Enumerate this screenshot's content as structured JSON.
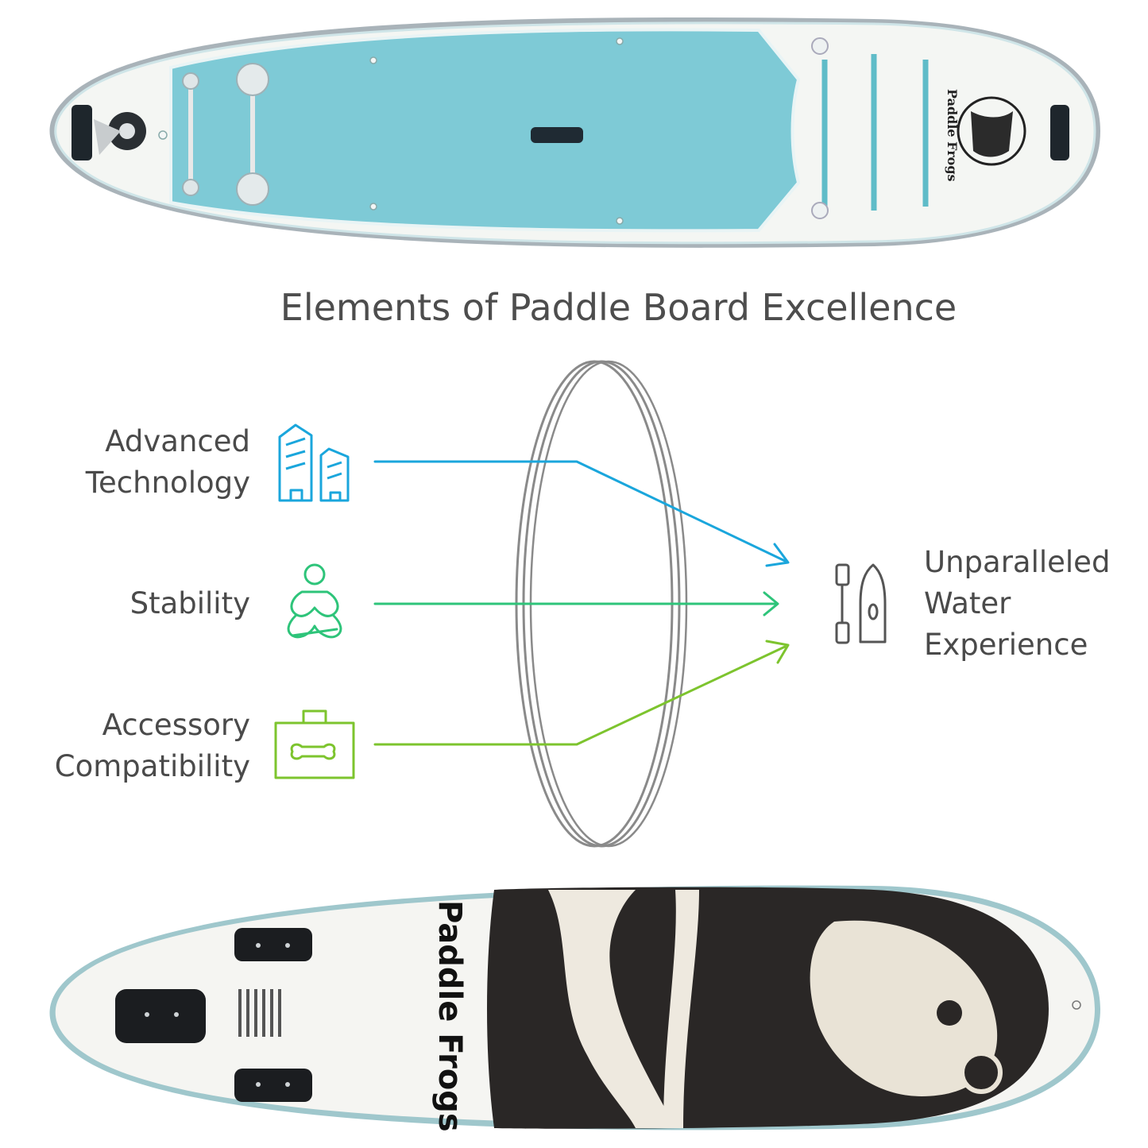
{
  "diagram": {
    "title": "Elements of Paddle Board Excellence",
    "inputs": [
      {
        "label_lines": [
          "Advanced",
          "Technology"
        ],
        "icon": "buildings-icon",
        "color": "#1aa6dc"
      },
      {
        "label_lines": [
          "Stability"
        ],
        "icon": "meditation-icon",
        "color": "#2ec47a"
      },
      {
        "label_lines": [
          "Accessory",
          "Compatibility"
        ],
        "icon": "toolbox-icon",
        "color": "#7dc42e"
      }
    ],
    "center": {
      "icon": "paddle-board-lens"
    },
    "output": {
      "label_lines": [
        "Unparalleled",
        "Water",
        "Experience"
      ],
      "icon": "paddle-and-board-icon",
      "color": "#555555"
    }
  },
  "photos": {
    "top_board": {
      "brand_text": "Paddle Frogs",
      "deck_color": "#7ecad6"
    },
    "bottom_board": {
      "brand_text": "Paddle Frogs"
    }
  }
}
